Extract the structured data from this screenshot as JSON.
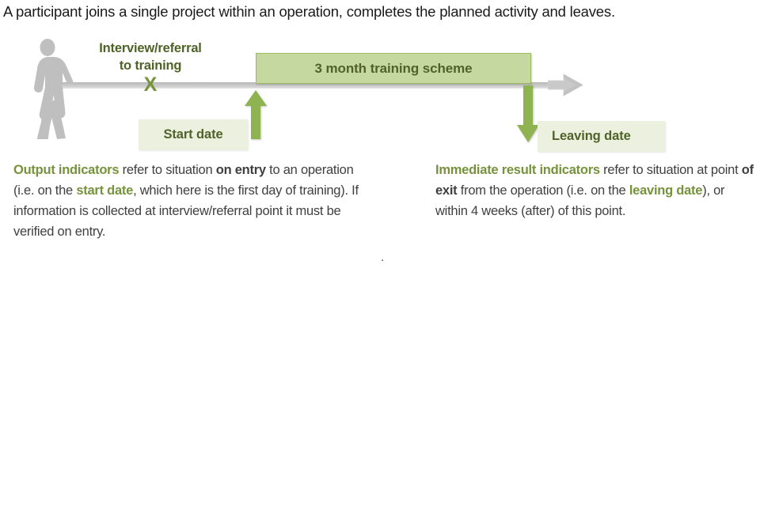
{
  "caption": "A participant joins a single project within an operation, completes the planned activity and leaves.",
  "diagram": {
    "person_icon": "walking-person-icon",
    "timeline_icon": "timeline-arrow-icon",
    "interview_label_line1": "Interview/referral",
    "interview_label_line2": "to training",
    "interview_marker": "X",
    "training_block_label": "3 month training scheme",
    "start_date_label": "Start date",
    "leaving_date_label": "Leaving date",
    "arrow_up_icon": "arrow-up-icon",
    "arrow_down_icon": "arrow-down-icon"
  },
  "paragraphs": {
    "left": {
      "term": "Output indicators",
      "t1": " refer to situation ",
      "bold1": "on entry",
      "t2": " to an operation (i.e. on the ",
      "green1": "start date",
      "t3": ", which here is the first day of training). If information is collected at interview/referral point it must be verified on entry."
    },
    "right": {
      "term": "Immediate result indicators",
      "t1": " refer to situation at point ",
      "bold1": "of exit",
      "t2": " from the operation (i.e. on the ",
      "green1": "leaving date",
      "t3": "), or within 4 weeks (after) of this point."
    }
  },
  "stray_mark": ".",
  "colors": {
    "dark_green_text": "#4f6228",
    "accent_green": "#76923c",
    "block_fill": "#c5d8a0",
    "block_border": "#9cbb5e",
    "chip_fill": "#ebf0df",
    "timeline_grey": "#c4c4c4",
    "person_grey": "#bfbfbf",
    "body_text": "#404040"
  }
}
